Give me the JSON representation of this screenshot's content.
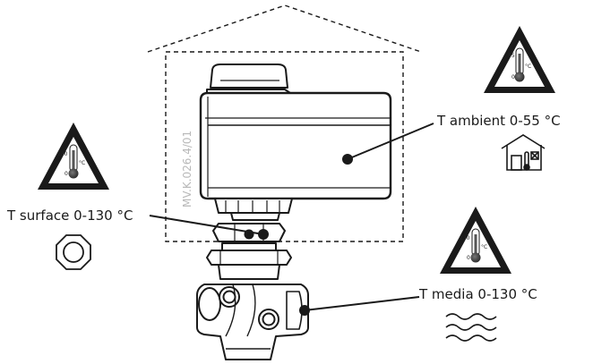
{
  "labels": {
    "ambient": "T ambient 0-55 °C",
    "surface": "T surface 0-130 °C",
    "media": "T media 0-130 °C"
  },
  "watermark": "MV.K.026.4/01",
  "warning_signs": {
    "ambient": {
      "max": "55",
      "unit": "°C",
      "min": "0"
    },
    "surface": {
      "max": "130",
      "unit": "°C",
      "min": "0"
    },
    "media": {
      "max": "130",
      "unit": "°C",
      "min": "0"
    }
  },
  "icons": {
    "ambient": "house-thermometer-icon",
    "surface": "octagon-nut-icon",
    "media": "wavy-lines-icon"
  },
  "colors": {
    "ink": "#1a1a1a",
    "actuator_fill": "#ffffff",
    "watermark": "#b9b9b9"
  }
}
